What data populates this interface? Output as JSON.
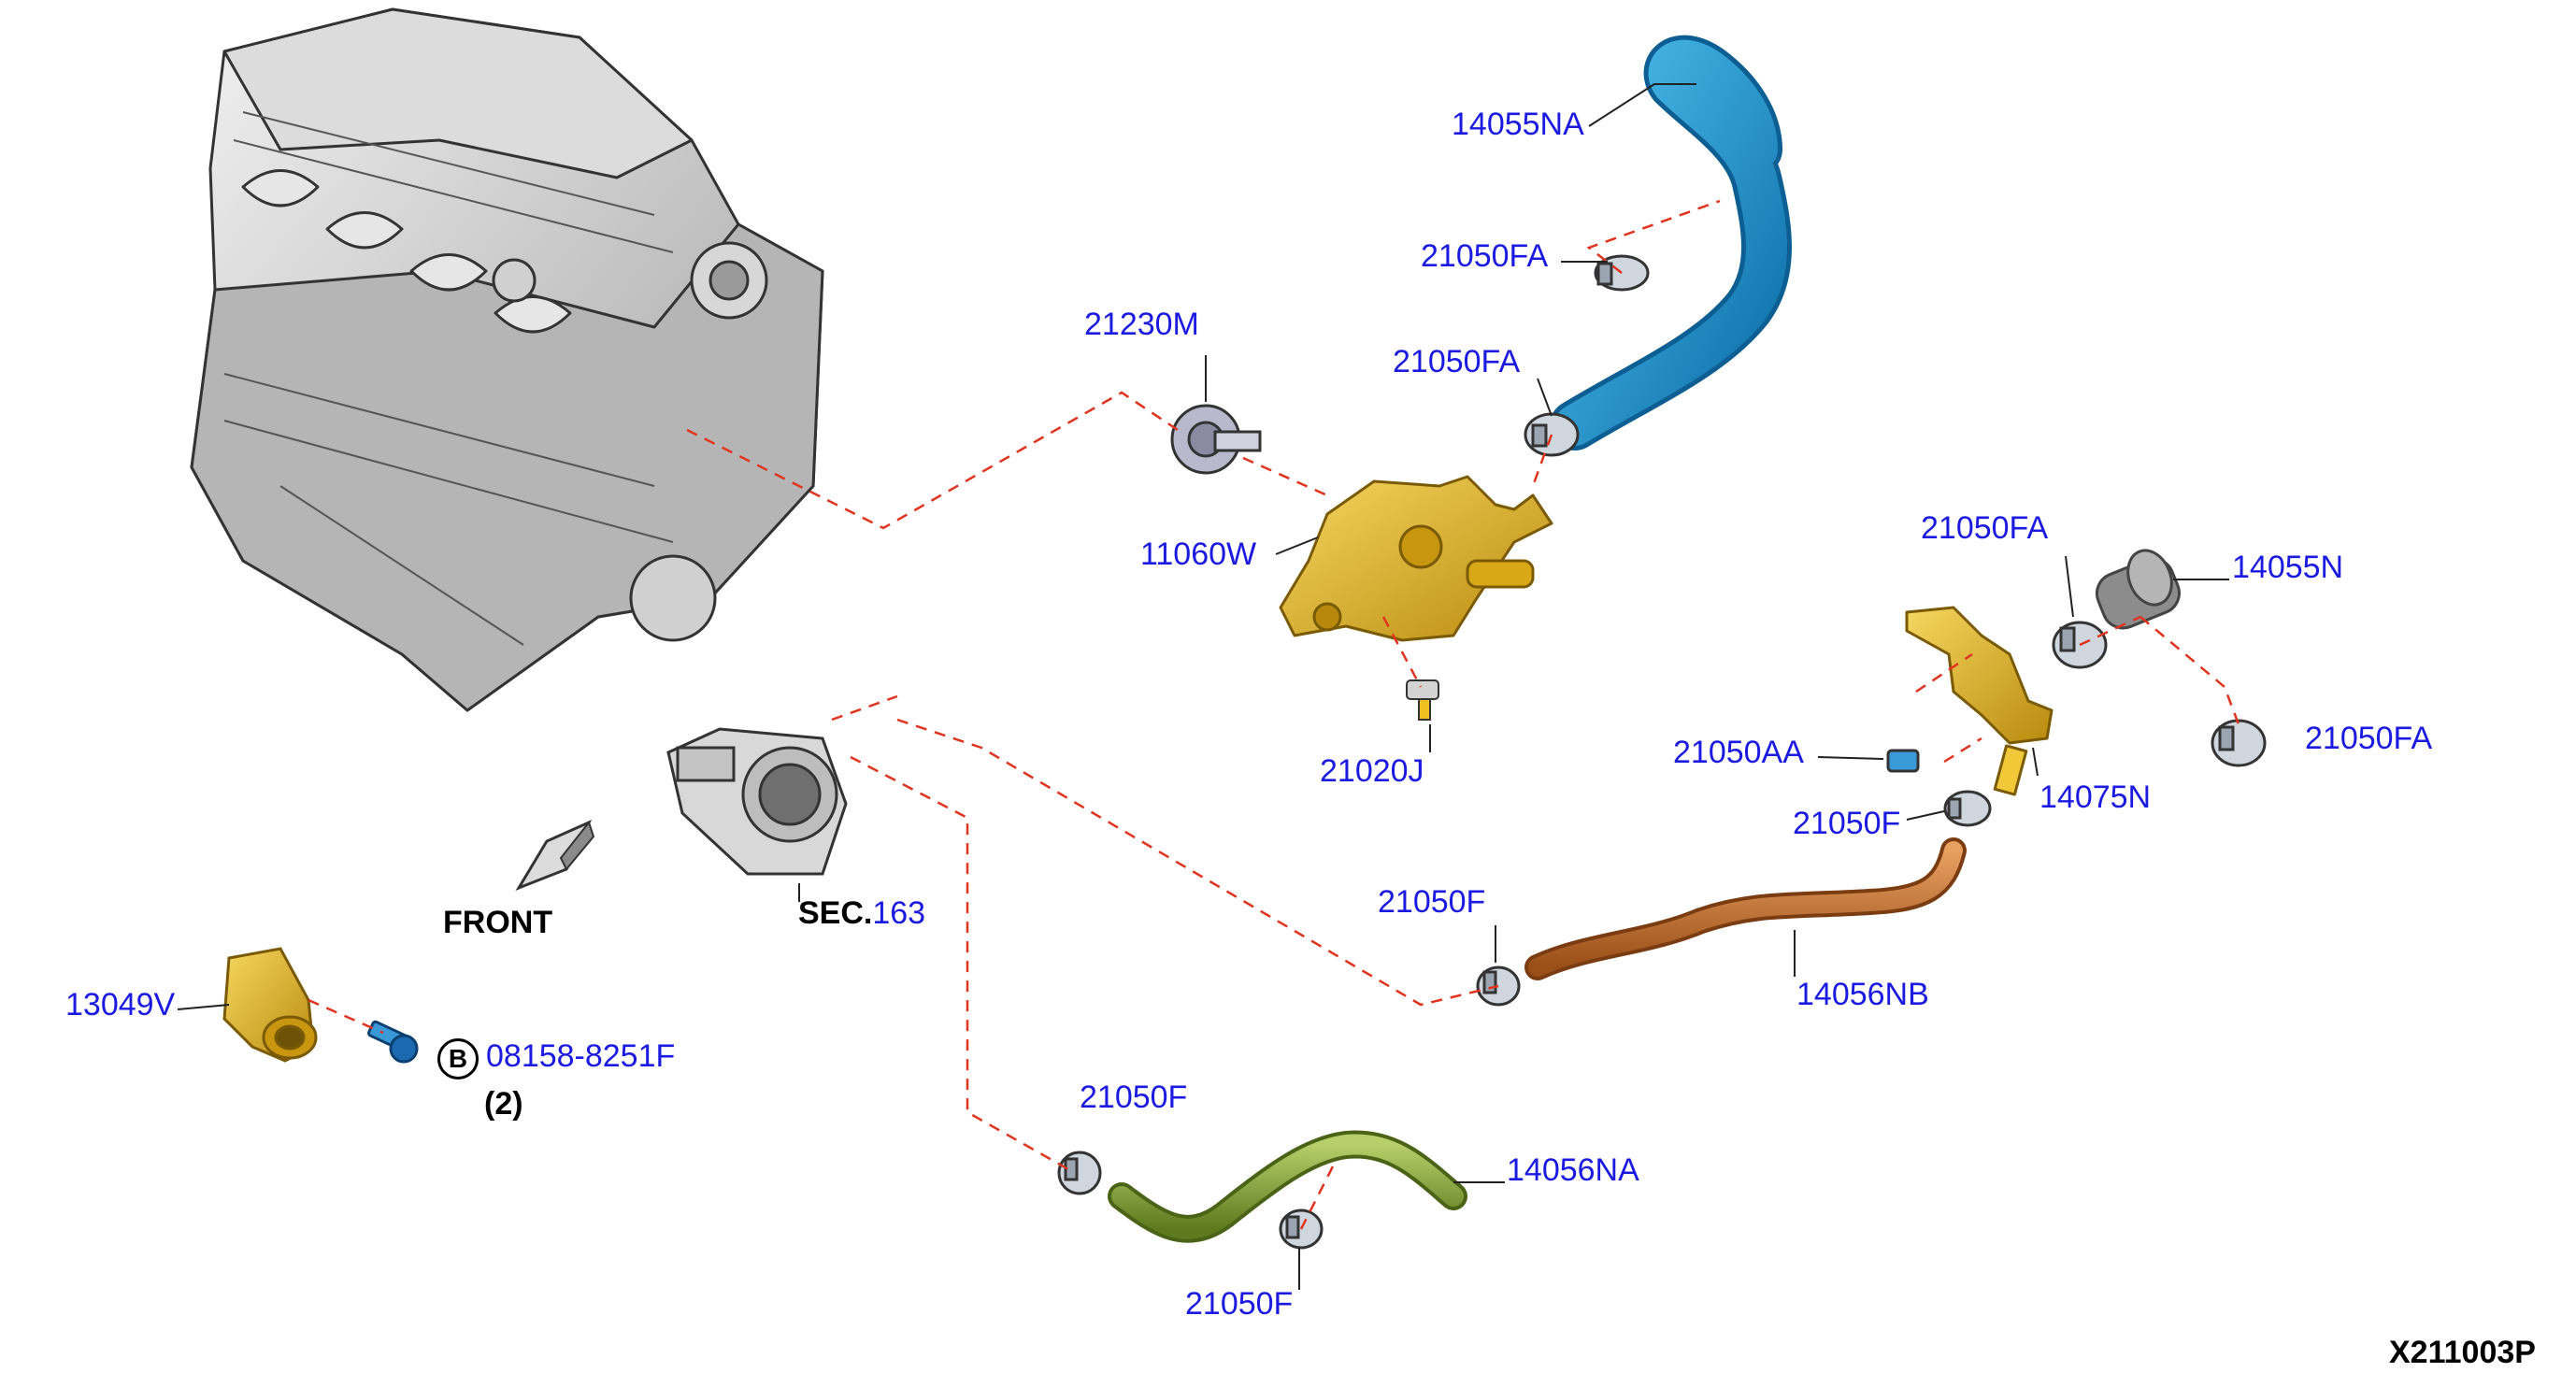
{
  "colors": {
    "part_label": "#1a1ae0",
    "leader_dash": "#e0341e",
    "hose_upper": "#1490c8",
    "hose_lower_bypass": "#c06a24",
    "hose_lower_green": "#7a9a2c",
    "housing_yellow": "#e0b21a",
    "engine_grey": "#c9c9c9"
  },
  "icons": {
    "front_arrow": "front-arrow-icon",
    "circled_b": "circled-b-icon"
  },
  "labels": {
    "p14055NA": "14055NA",
    "p21050FA_top": "21050FA",
    "p21230M": "21230M",
    "p21050FA_mid": "21050FA",
    "p11060W": "11060W",
    "p21020J": "21020J",
    "p21050FA_right": "21050FA",
    "p14055N": "14055N",
    "p21050AA": "21050AA",
    "p21050FA_far": "21050FA",
    "p14075N": "14075N",
    "p21050F_right": "21050F",
    "p21050F_mid": "21050F",
    "p14056NB": "14056NB",
    "p21050F_low": "21050F",
    "p14056NA": "14056NA",
    "p21050F_bottom": "21050F",
    "p13049V": "13049V",
    "p08158": "08158-8251F",
    "qty": "(2)",
    "front": "FRONT",
    "sec_prefix": "SEC.",
    "sec_number": "163",
    "diagram_code": "X211003P",
    "circled_b": "B"
  }
}
